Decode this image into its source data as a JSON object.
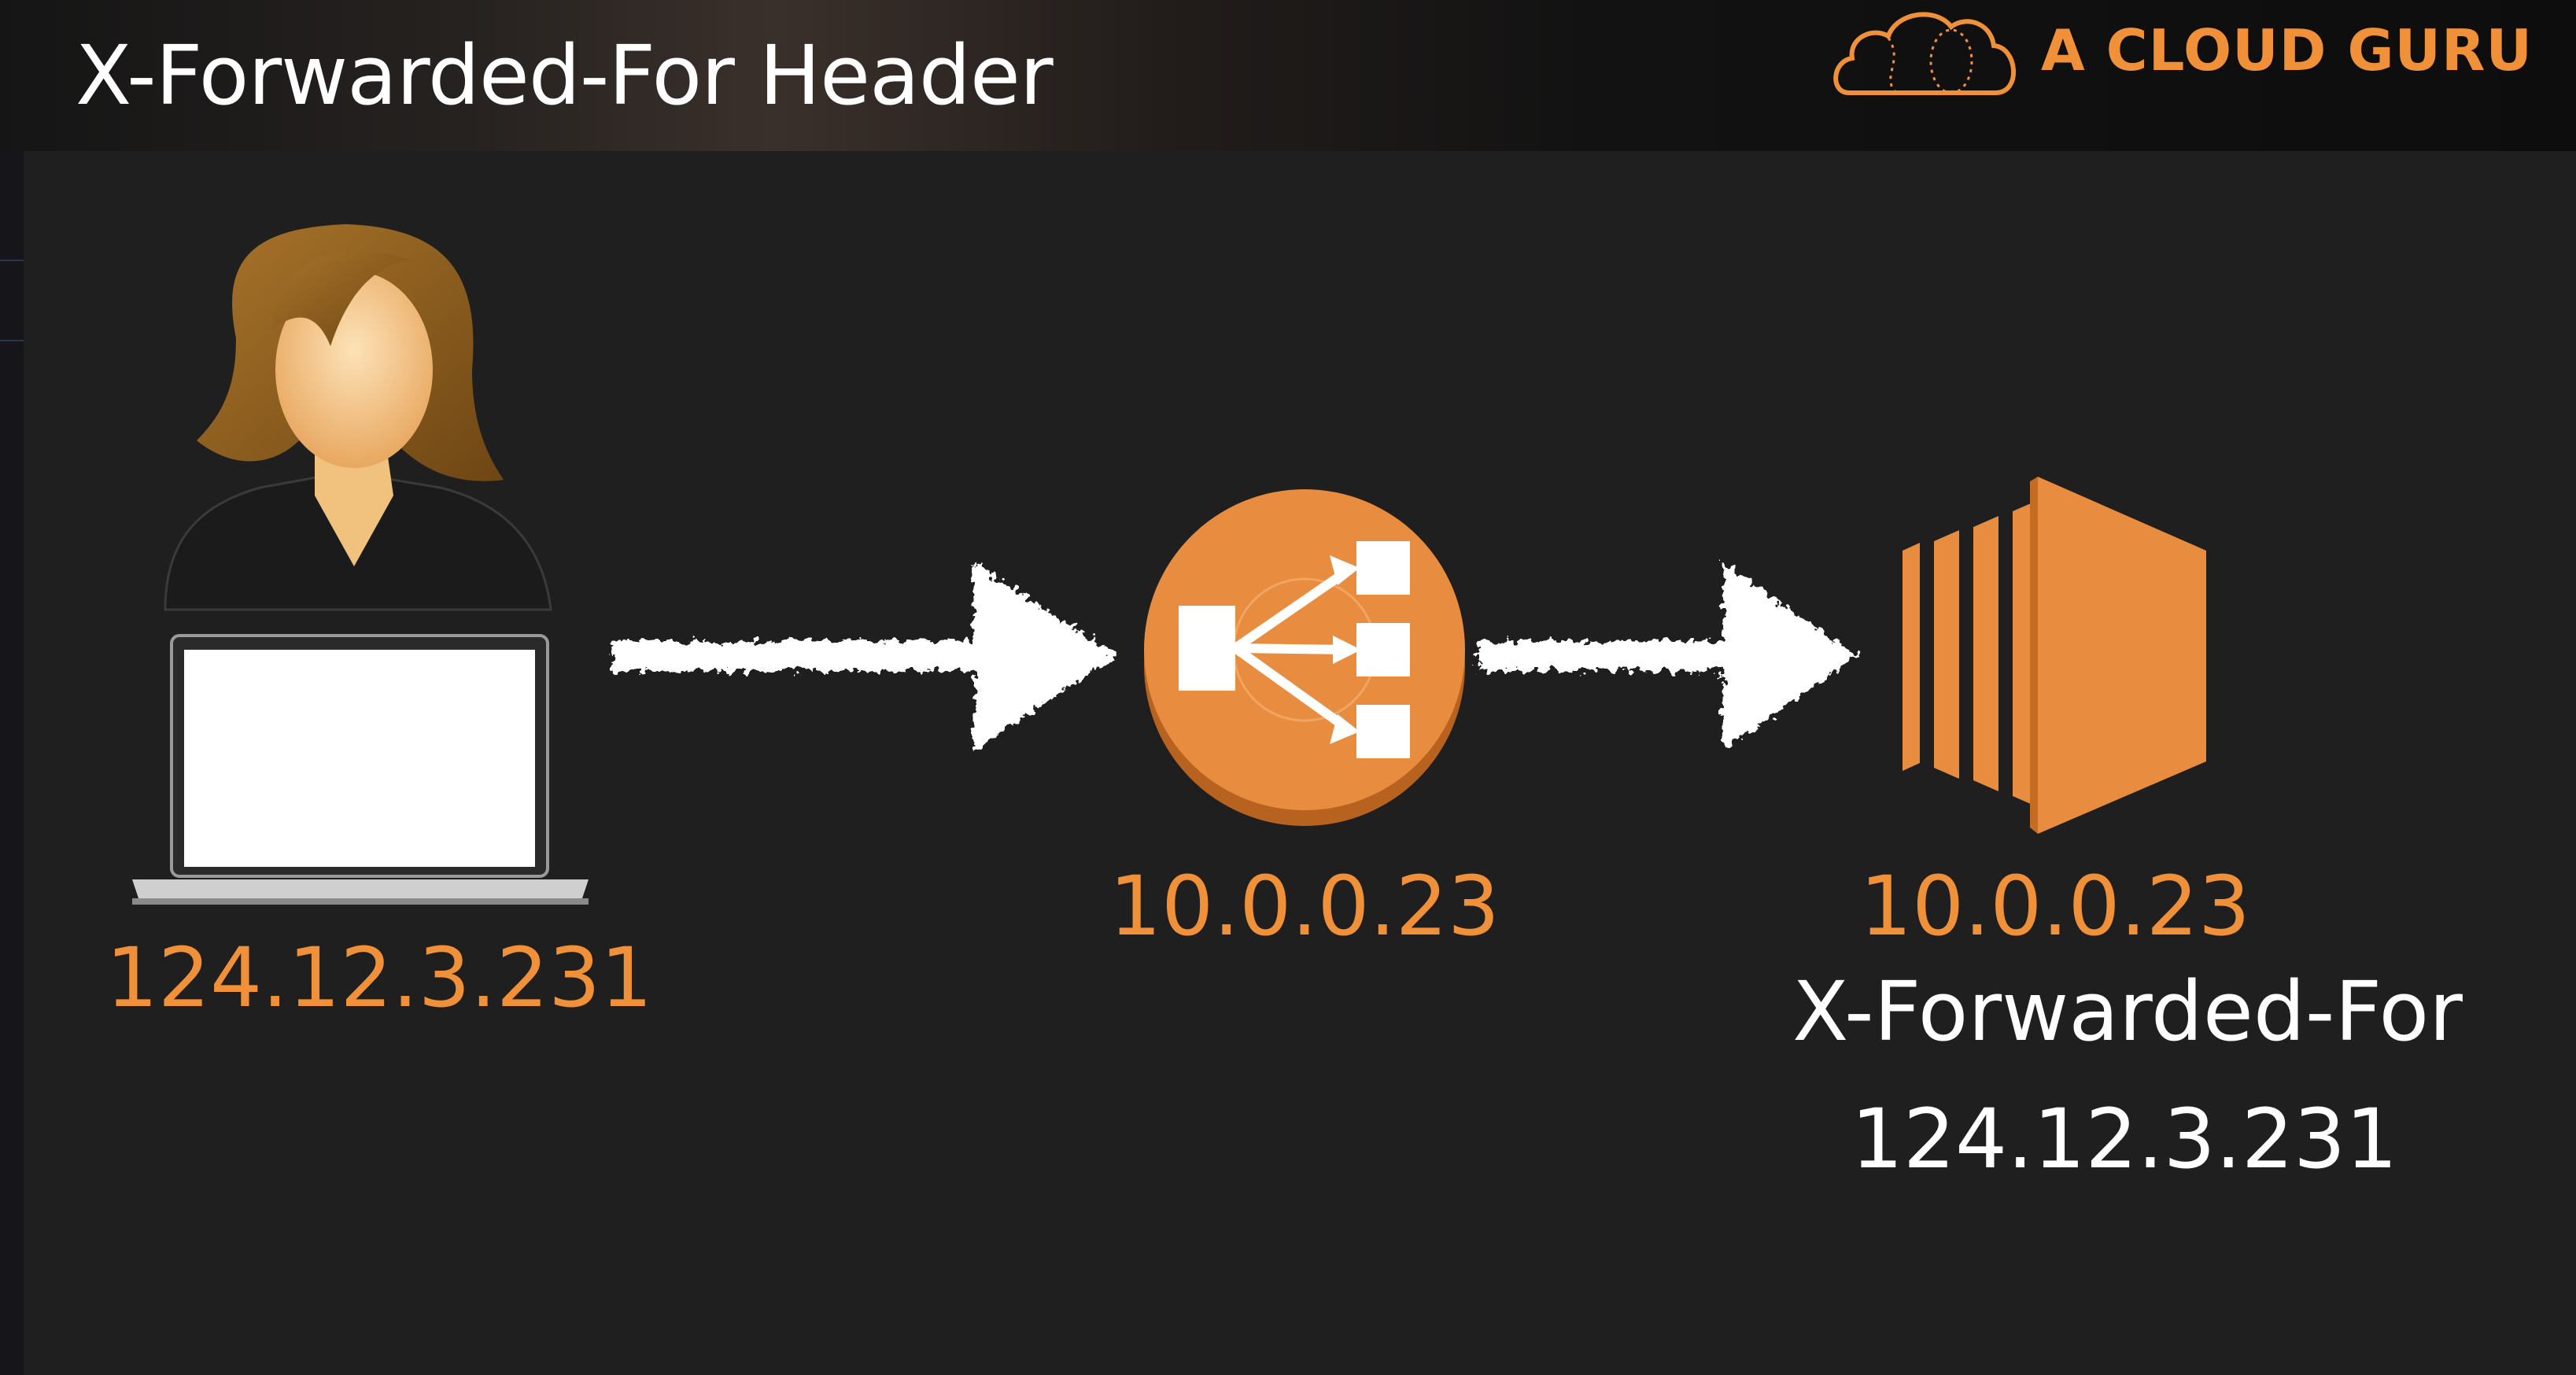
{
  "slide": {
    "title": "X-Forwarded-For Header"
  },
  "brand": {
    "name": "A CLOUD GURU",
    "logo_icon": "cloud-logo-icon",
    "color": "#f0913a"
  },
  "colors": {
    "background": "#1f1f1f",
    "accent": "#f0913a",
    "text": "#ffffff"
  },
  "client": {
    "icon": "user-with-laptop-icon",
    "ip": "124.12.3.231"
  },
  "load_balancer": {
    "icon": "load-balancer-icon",
    "ip": "10.0.0.23"
  },
  "server": {
    "icon": "ec2-instance-icon",
    "ip": "10.0.0.23",
    "header_name": "X-Forwarded-For",
    "header_value": "124.12.3.231"
  },
  "arrows": [
    "arrow-right-icon",
    "arrow-right-icon"
  ]
}
